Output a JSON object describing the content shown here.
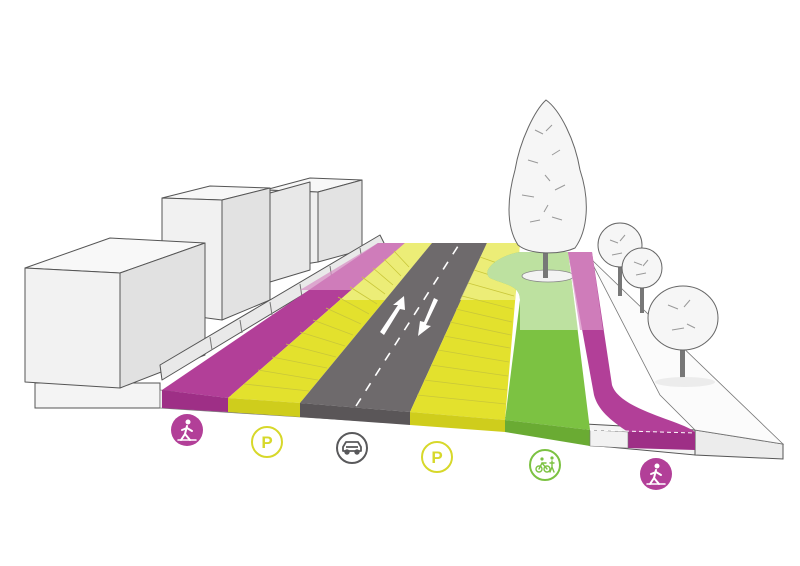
{
  "colors": {
    "sidewalk": "#b23f98",
    "sidewalk_light": "#d892c6",
    "parking": "#e3e12d",
    "parking_light": "#eef08a",
    "travel_lane": "#6e6a6c",
    "greenway": "#7cc242",
    "greenway_light": "#c9e6b0",
    "building": "#f2f2f2",
    "building_side": "#e0e0e0",
    "outline": "#555555"
  },
  "legend": [
    {
      "key": "sidewalk-left",
      "icon": "pedestrian-icon",
      "color": "#b23f98"
    },
    {
      "key": "parking-left",
      "icon": "parking-icon",
      "color": "#d7d82a"
    },
    {
      "key": "travel-lane",
      "icon": "car-icon",
      "color": "#59595b"
    },
    {
      "key": "parking-right",
      "icon": "parking-icon",
      "color": "#d7d82a"
    },
    {
      "key": "greenway",
      "icon": "bike-pedestrian-icon",
      "color": "#7cc242"
    },
    {
      "key": "sidewalk-right",
      "icon": "pedestrian-icon",
      "color": "#b23f98"
    }
  ],
  "icon_glyphs": {
    "parking": "P"
  }
}
